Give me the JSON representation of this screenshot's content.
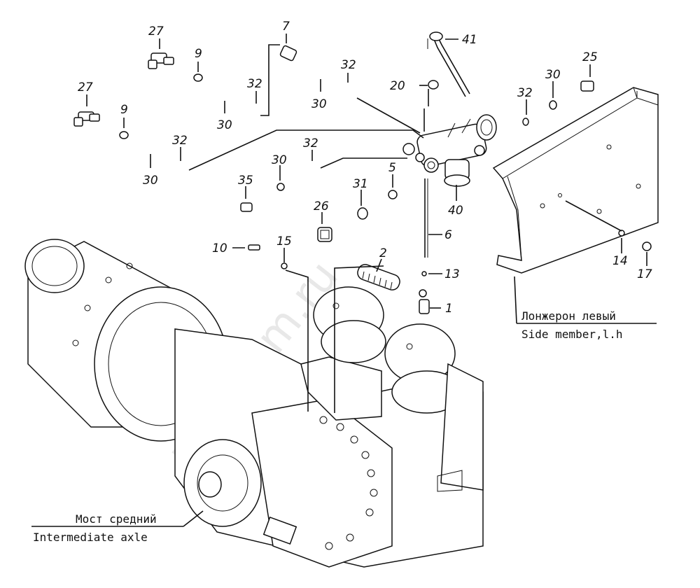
{
  "callouts": [
    {
      "id": "27a",
      "text": "27"
    },
    {
      "id": "9a",
      "text": "9"
    },
    {
      "id": "7",
      "text": "7"
    },
    {
      "id": "41",
      "text": "41"
    },
    {
      "id": "25",
      "text": "25"
    },
    {
      "id": "27b",
      "text": "27"
    },
    {
      "id": "9b",
      "text": "9"
    },
    {
      "id": "32a",
      "text": "32"
    },
    {
      "id": "30a",
      "text": "30"
    },
    {
      "id": "30b",
      "text": "30"
    },
    {
      "id": "32b",
      "text": "32"
    },
    {
      "id": "20",
      "text": "20"
    },
    {
      "id": "30c",
      "text": "30"
    },
    {
      "id": "32c",
      "text": "32"
    },
    {
      "id": "32d",
      "text": "32"
    },
    {
      "id": "30d",
      "text": "30"
    },
    {
      "id": "32e",
      "text": "32"
    },
    {
      "id": "30e",
      "text": "30"
    },
    {
      "id": "5",
      "text": "5"
    },
    {
      "id": "31",
      "text": "31"
    },
    {
      "id": "35",
      "text": "35"
    },
    {
      "id": "26",
      "text": "26"
    },
    {
      "id": "40",
      "text": "40"
    },
    {
      "id": "6",
      "text": "6"
    },
    {
      "id": "10",
      "text": "10"
    },
    {
      "id": "15",
      "text": "15"
    },
    {
      "id": "2",
      "text": "2"
    },
    {
      "id": "13",
      "text": "13"
    },
    {
      "id": "1",
      "text": "1"
    },
    {
      "id": "14",
      "text": "14"
    },
    {
      "id": "17",
      "text": "17"
    }
  ],
  "captions": {
    "side_member_ru": "Лонжерон левый",
    "side_member_en": "Side member,l.h",
    "axle_ru": "Мост средний",
    "axle_en": "Intermediate axle"
  },
  "watermark": "zap-kam.ru"
}
